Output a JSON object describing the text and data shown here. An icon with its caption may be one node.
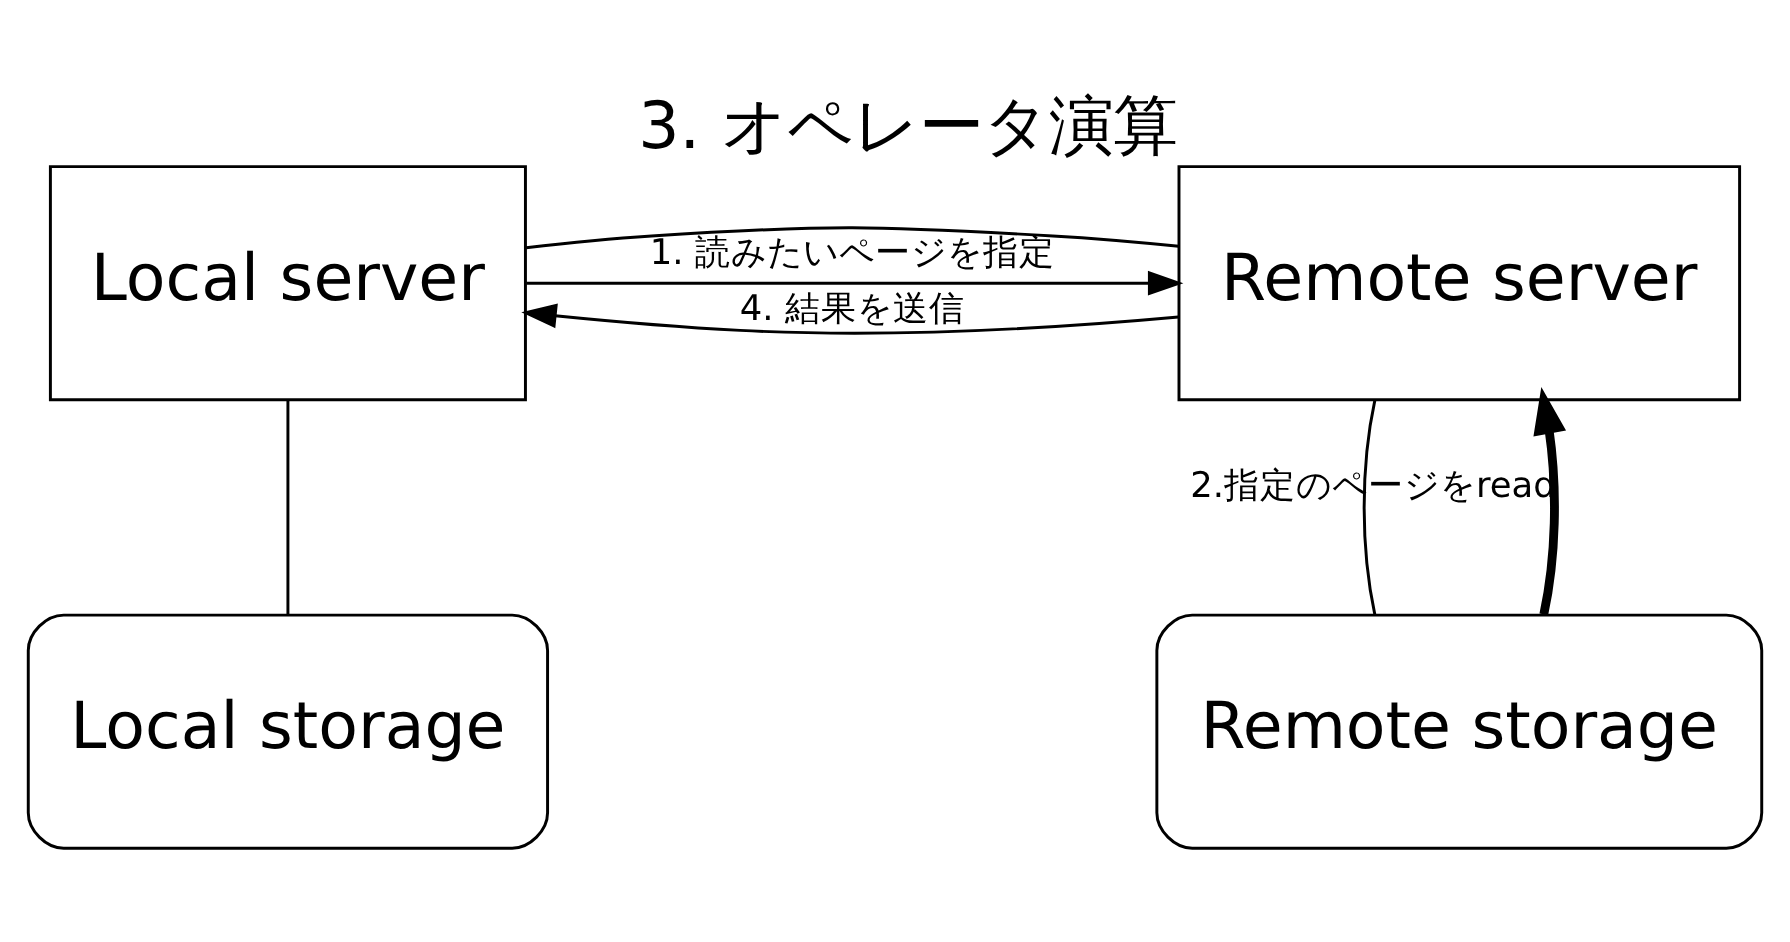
{
  "diagram": {
    "nodes": [
      {
        "text": [
          "Local server"
        ]
      },
      {
        "text": [
          "Remote server"
        ],
        "beside": [
          "3. オペレータ演算"
        ]
      },
      {
        "text": [
          "Local storage"
        ]
      },
      {
        "text": [
          "Remote storage"
        ]
      }
    ],
    "edges": [
      {
        "from": 0,
        "to": 1,
        "arrow": "to",
        "label": "1. 読みたいページを指定"
      },
      {
        "from": 0,
        "to": 1,
        "arrow": "none"
      },
      {
        "from": 1,
        "to": 0,
        "arrow": "to",
        "label": "4. 結果を送信"
      },
      {
        "from": 0,
        "to": 2,
        "arrow": "none"
      },
      {
        "from": 1,
        "to": 3,
        "arrow": "none"
      },
      {
        "from": 3,
        "to": 1,
        "arrow": "to",
        "label": "2.指定のページをread",
        "style": "thick"
      }
    ]
  }
}
